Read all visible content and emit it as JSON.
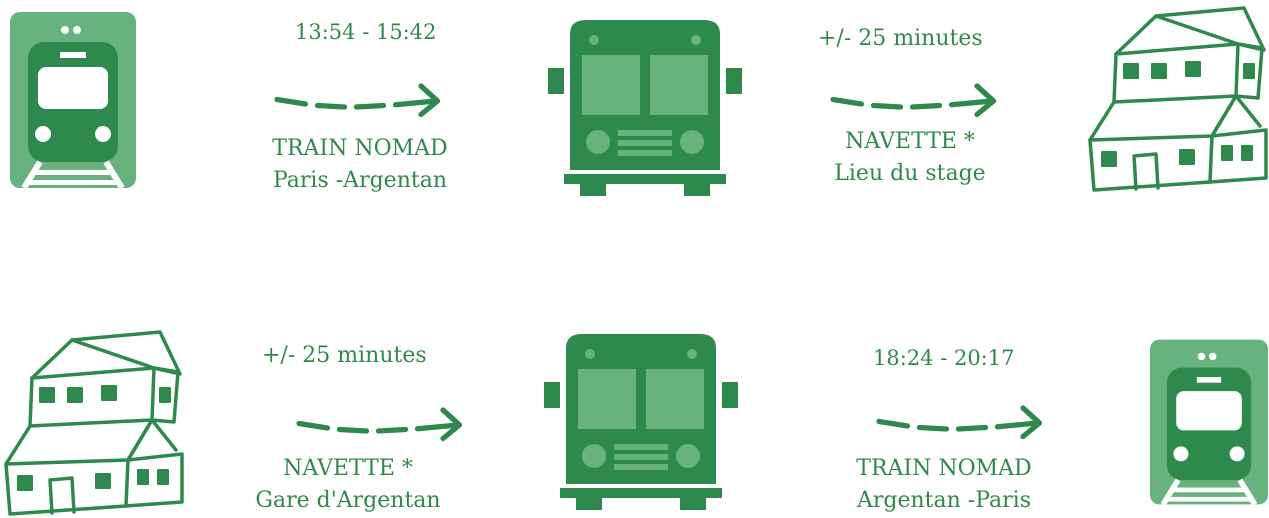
{
  "colors": {
    "primary_green": "#2e8a4c",
    "light_green": "#67b27d",
    "pale_green": "#8cc49b",
    "white": "#ffffff"
  },
  "outbound": {
    "train_leg": {
      "time": "13:54 - 15:42",
      "title": "TRAIN NOMAD",
      "route": "Paris -Argentan"
    },
    "shuttle_leg": {
      "duration": "+/- 25 minutes",
      "title": "NAVETTE *",
      "destination": "Lieu du stage"
    }
  },
  "return": {
    "shuttle_leg": {
      "duration": "+/- 25 minutes",
      "title": "NAVETTE *",
      "destination": "Gare d'Argentan"
    },
    "train_leg": {
      "time": "18:24 - 20:17",
      "title": "TRAIN NOMAD",
      "route": "Argentan -Paris"
    }
  },
  "icons": [
    "train-icon",
    "bus-icon",
    "house-icon",
    "dashed-arrow-icon"
  ]
}
